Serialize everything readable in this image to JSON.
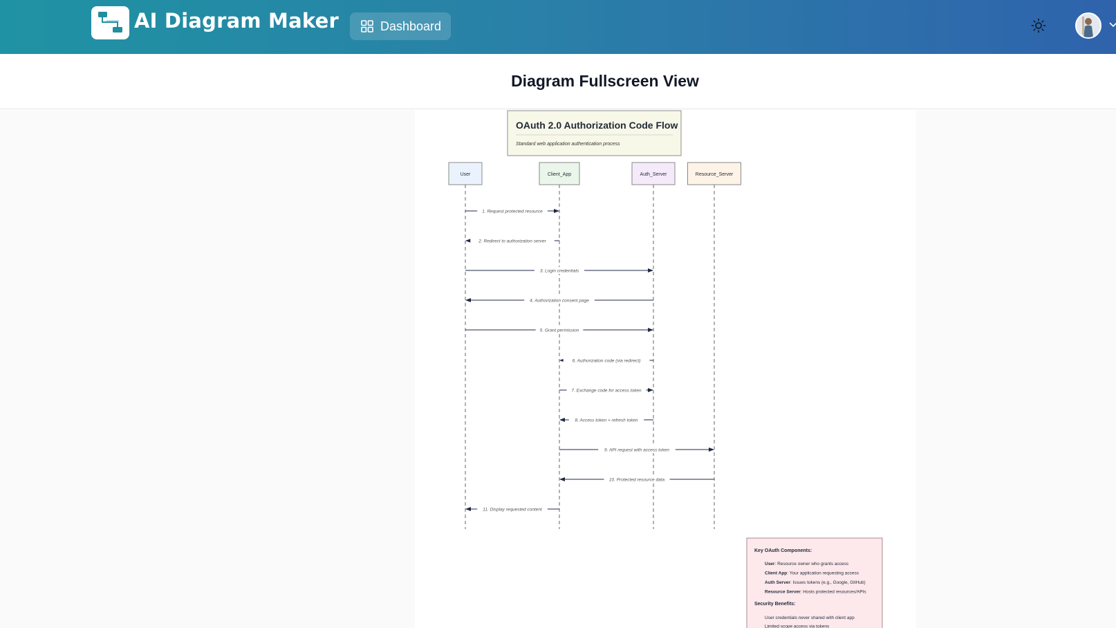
{
  "header": {
    "app_title": "AI Diagram Maker",
    "dashboard_label": "Dashboard",
    "icons": {
      "logo": "diagram-logo-icon",
      "dashboard": "grid-icon",
      "theme": "sun-icon",
      "menu": "chevron-down-icon"
    }
  },
  "page": {
    "title": "Diagram Fullscreen View"
  },
  "diagram": {
    "title": "OAuth 2.0 Authorization Code Flow",
    "subtitle": "Standard web application authentication process",
    "participants": [
      {
        "id": "User",
        "label": "User",
        "fill": "#eaf3fd"
      },
      {
        "id": "Client_App",
        "label": "Client_App",
        "fill": "#eaf6ea"
      },
      {
        "id": "Auth_Server",
        "label": "Auth_Server",
        "fill": "#f5eafa"
      },
      {
        "id": "Resource_Server",
        "label": "Resource_Server",
        "fill": "#fdf3e7"
      }
    ],
    "messages": [
      {
        "from": "User",
        "to": "Client_App",
        "label": "1. Request protected resource"
      },
      {
        "from": "Client_App",
        "to": "User",
        "label": "2. Redirect to authorization server"
      },
      {
        "from": "User",
        "to": "Auth_Server",
        "label": "3. Login credentials"
      },
      {
        "from": "Auth_Server",
        "to": "User",
        "label": "4. Authorization consent page"
      },
      {
        "from": "User",
        "to": "Auth_Server",
        "label": "5. Grant permission"
      },
      {
        "from": "Auth_Server",
        "to": "Client_App",
        "label": "6. Authorization code (via redirect)"
      },
      {
        "from": "Client_App",
        "to": "Auth_Server",
        "label": "7. Exchange code for access token"
      },
      {
        "from": "Auth_Server",
        "to": "Client_App",
        "label": "8. Access token + refresh token"
      },
      {
        "from": "Client_App",
        "to": "Resource_Server",
        "label": "9. API request with access token"
      },
      {
        "from": "Resource_Server",
        "to": "Client_App",
        "label": "10. Protected resource data"
      },
      {
        "from": "Client_App",
        "to": "User",
        "label": "11. Display requested content"
      }
    ],
    "note": {
      "components_heading": "Key OAuth Components:",
      "components": [
        {
          "term": "User",
          "desc": ": Resource owner who grants access"
        },
        {
          "term": "Client App",
          "desc": ": Your application requesting access"
        },
        {
          "term": "Auth Server",
          "desc": ": Issues tokens (e.g., Google, GitHub)"
        },
        {
          "term": "Resource Server",
          "desc": ": Hosts protected resources/APIs"
        }
      ],
      "benefits_heading": "Security Benefits:",
      "benefits": [
        "User credentials never shared with client app",
        "Limited scope access via tokens"
      ]
    }
  }
}
